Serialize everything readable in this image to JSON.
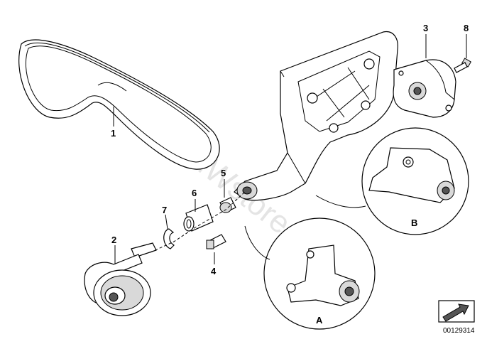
{
  "callouts": [
    {
      "id": "1",
      "label": "1"
    },
    {
      "id": "2",
      "label": "2"
    },
    {
      "id": "3",
      "label": "3"
    },
    {
      "id": "4",
      "label": "4"
    },
    {
      "id": "5",
      "label": "5"
    },
    {
      "id": "6",
      "label": "6"
    },
    {
      "id": "7",
      "label": "7"
    },
    {
      "id": "8",
      "label": "8"
    }
  ],
  "details": [
    {
      "id": "A",
      "label": "A"
    },
    {
      "id": "B",
      "label": "B"
    }
  ],
  "watermark": "www.BMWstore.pl",
  "reference_number": "00129314"
}
